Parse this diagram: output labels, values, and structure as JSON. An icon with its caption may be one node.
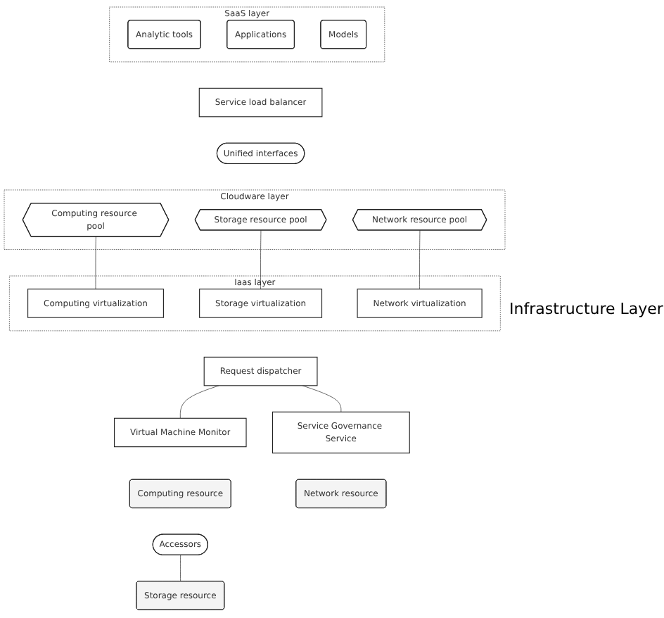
{
  "diagram": {
    "nodes": [
      {
        "text": [
          "SaaS layer"
        ]
      },
      {
        "text": [
          "Analytic tools"
        ],
        "in": 0
      },
      {
        "text": [
          "Applications"
        ],
        "in": 0
      },
      {
        "text": [
          "Models"
        ],
        "in": 0
      },
      {
        "text": [
          "Service load balancer"
        ]
      },
      {
        "text": [
          "Unified interfaces"
        ]
      },
      {
        "text": [
          "Cloudware layer"
        ]
      },
      {
        "text": [
          "Computing resource pool"
        ],
        "in": 6
      },
      {
        "text": [
          "Storage resource pool"
        ],
        "in": 6
      },
      {
        "text": [
          "Network resource pool"
        ],
        "in": 6
      },
      {
        "text": [
          "Iaas layer"
        ]
      },
      {
        "text": [
          "Computing virtualization"
        ],
        "in": 10
      },
      {
        "text": [
          "Storage virtualization"
        ],
        "in": 10
      },
      {
        "text": [
          "Network virtualization"
        ],
        "in": 10
      },
      {
        "text": [
          "Request dispatcher"
        ]
      },
      {
        "text": [
          "Virtual Machine Monitor"
        ]
      },
      {
        "text": [
          "Service Governance Service"
        ]
      },
      {
        "text": [
          "Computing resource"
        ]
      },
      {
        "text": [
          "Network resource"
        ]
      },
      {
        "text": [
          "Accessors"
        ]
      },
      {
        "text": [
          "Storage resource"
        ]
      }
    ],
    "edges": [
      {
        "from": 7,
        "to": 11,
        "arrow": "none"
      },
      {
        "from": 8,
        "to": 12,
        "arrow": "none"
      },
      {
        "from": 9,
        "to": 13,
        "arrow": "none"
      },
      {
        "from": 14,
        "to": 15,
        "arrow": "none"
      },
      {
        "from": 14,
        "to": 16,
        "arrow": "none"
      },
      {
        "from": 19,
        "to": 20,
        "arrow": "none"
      }
    ],
    "labels": [
      "Infrastructure Layer"
    ]
  }
}
